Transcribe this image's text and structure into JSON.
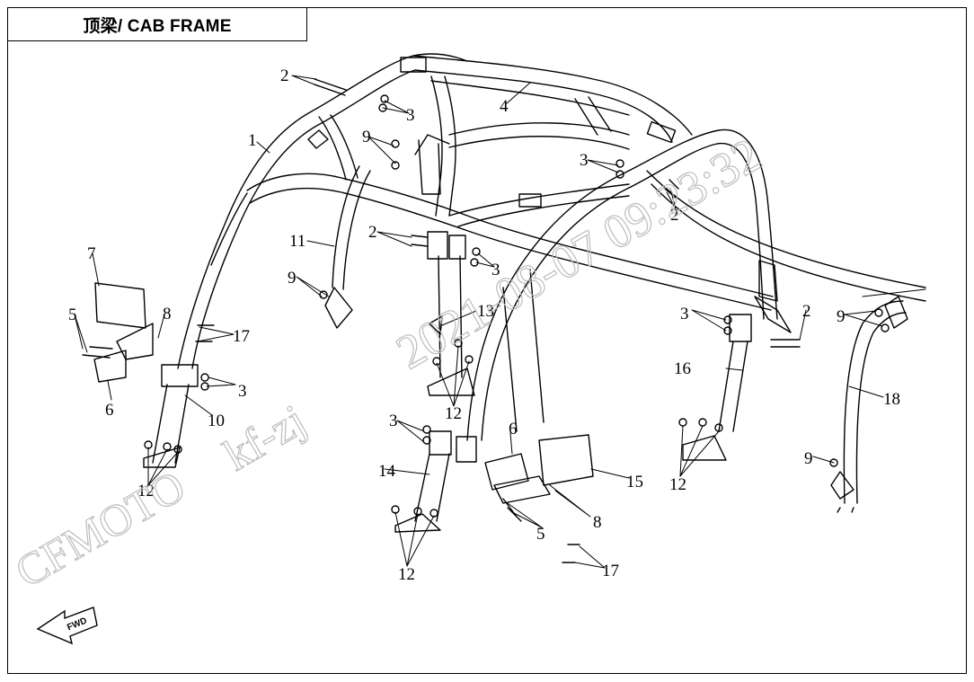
{
  "title": "顶梁/ CAB FRAME",
  "watermark": {
    "timestamp": "2021-08-07  09:23:32",
    "user": "kf-zj",
    "brand": "CFMOTO",
    "color": "#bdbdbd"
  },
  "fwd_label": "FWD",
  "callouts": {
    "c1": "1",
    "c2a": "2",
    "c2b": "2",
    "c2c": "2",
    "c2d": "2",
    "c3a": "3",
    "c3b": "3",
    "c3c": "3",
    "c3d": "3",
    "c3e": "3",
    "c4": "4",
    "c5a": "5",
    "c5b": "5",
    "c6a": "6",
    "c6b": "6",
    "c7": "7",
    "c8a": "8",
    "c8b": "8",
    "c9a": "9",
    "c9b": "9",
    "c9c": "9",
    "c9d": "9",
    "c10": "10",
    "c11": "11",
    "c12a": "12",
    "c12b": "12",
    "c12c": "12",
    "c12d": "12",
    "c13": "13",
    "c14": "14",
    "c15": "15",
    "c16": "16",
    "c17a": "17",
    "c17b": "17",
    "c18": "18"
  },
  "colors": {
    "line": "#000000",
    "background": "#ffffff"
  }
}
